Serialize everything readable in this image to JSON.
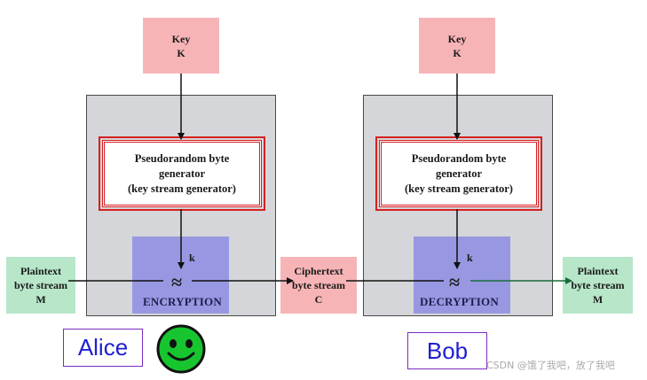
{
  "left_unit": {
    "key": {
      "line1": "Key",
      "line2": "K"
    },
    "generator": {
      "line1": "Pseudorandom byte",
      "line2": "generator",
      "line3": "(key stream generator)"
    },
    "k": "k",
    "op_symbol": "≈",
    "op_label": "ENCRYPTION"
  },
  "right_unit": {
    "key": {
      "line1": "Key",
      "line2": "K"
    },
    "generator": {
      "line1": "Pseudorandom byte",
      "line2": "generator",
      "line3": "(key stream generator)"
    },
    "k": "k",
    "op_symbol": "≈",
    "op_label": "DECRYPTION"
  },
  "input_box": {
    "line1": "Plaintext",
    "line2": "byte stream",
    "line3": "M"
  },
  "cipher_box": {
    "line1": "Ciphertext",
    "line2": "byte stream",
    "line3": "C"
  },
  "output_box": {
    "line1": "Plaintext",
    "line2": "byte stream",
    "line3": "M"
  },
  "sender": {
    "name": "Alice",
    "emoji": "smiley-face-icon"
  },
  "receiver": {
    "name": "Bob"
  },
  "watermark": "CSDN @饿了我吧，放了我吧",
  "colors": {
    "panel": "#d5d6d9",
    "key_box": "#f7b4b7",
    "plain_box": "#b7e6c9",
    "op_box": "#9898e2",
    "generator_border": "#d62020",
    "smiley": "#17c52f",
    "name_text": "#1f1fd0",
    "name_border": "#7b2cbf"
  }
}
